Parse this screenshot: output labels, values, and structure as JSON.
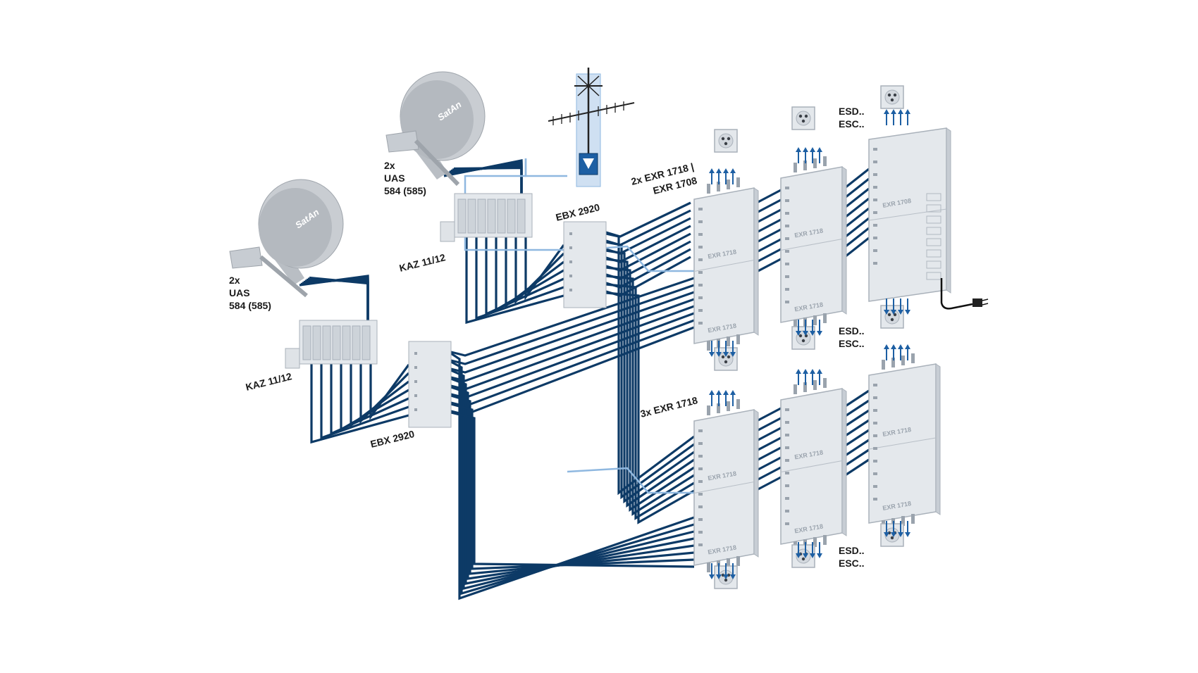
{
  "labels": {
    "dish_a_count": "2x",
    "dish_a_type": "UAS",
    "dish_a_model": "584 (585)",
    "dish_b_count": "2x",
    "dish_b_type": "UAS",
    "dish_b_model": "584 (585)",
    "kaz_upper": "KAZ 11/12",
    "kaz_lower": "KAZ 11/12",
    "ebx_upper": "EBX 2920",
    "ebx_lower": "EBX 2920",
    "exr_upper_line1": "2x EXR 1718 |",
    "exr_upper_line2": "EXR 1708",
    "exr_lower": "3x EXR 1718",
    "esd_1_line1": "ESD..",
    "esd_1_line2": "ESC..",
    "esd_2_line1": "ESD..",
    "esd_2_line2": "ESC..",
    "esd_3_line1": "ESD..",
    "esd_3_line2": "ESC.."
  },
  "devices": {
    "dish_brand": "SatAn",
    "exr_1718": "EXR 1718",
    "exr_1708": "EXR 1708"
  },
  "colors": {
    "cable_dark": "#0d3a66",
    "cable_light": "#8fb8e0",
    "device_fill": "#e4e8ec",
    "device_stroke": "#a9b1ba",
    "dish_fill": "#c9cdd2"
  }
}
